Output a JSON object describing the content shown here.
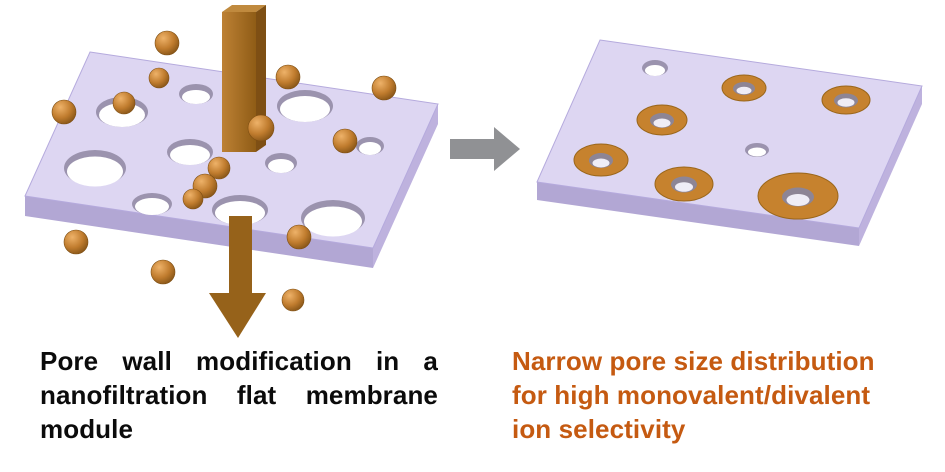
{
  "figure": {
    "left": {
      "caption_lines": [
        "Pore wall modification in a",
        "nanofiltration flat membrane",
        "module"
      ],
      "caption_color": "#0b0b0b"
    },
    "right": {
      "caption_lines": [
        "Narrow pore size distribution",
        "for high monovalent/divalent",
        "ion selectivity"
      ],
      "caption_color": "#c55a11"
    }
  },
  "colors": {
    "membrane_top": "#ddd6f2",
    "membrane_front": "#b2a7d4",
    "membrane_side": "#beb2de",
    "pore_shadow": "#9b93ae",
    "pore_through": "#ffffff",
    "sphere_mid": "#c07c2e",
    "sphere_dark": "#7e4f14",
    "down_arrow": "#96621a",
    "down_arrow_side": "#7e4f14",
    "down_arrow_top": "#c08a3e",
    "transition_arrow": "#909194",
    "ring": "#c6822e",
    "ring_edge": "#9a661a"
  },
  "icons": {
    "down_flow_arrow": "thick-3d-downward-arrow",
    "transition_arrow": "right-block-arrow"
  }
}
